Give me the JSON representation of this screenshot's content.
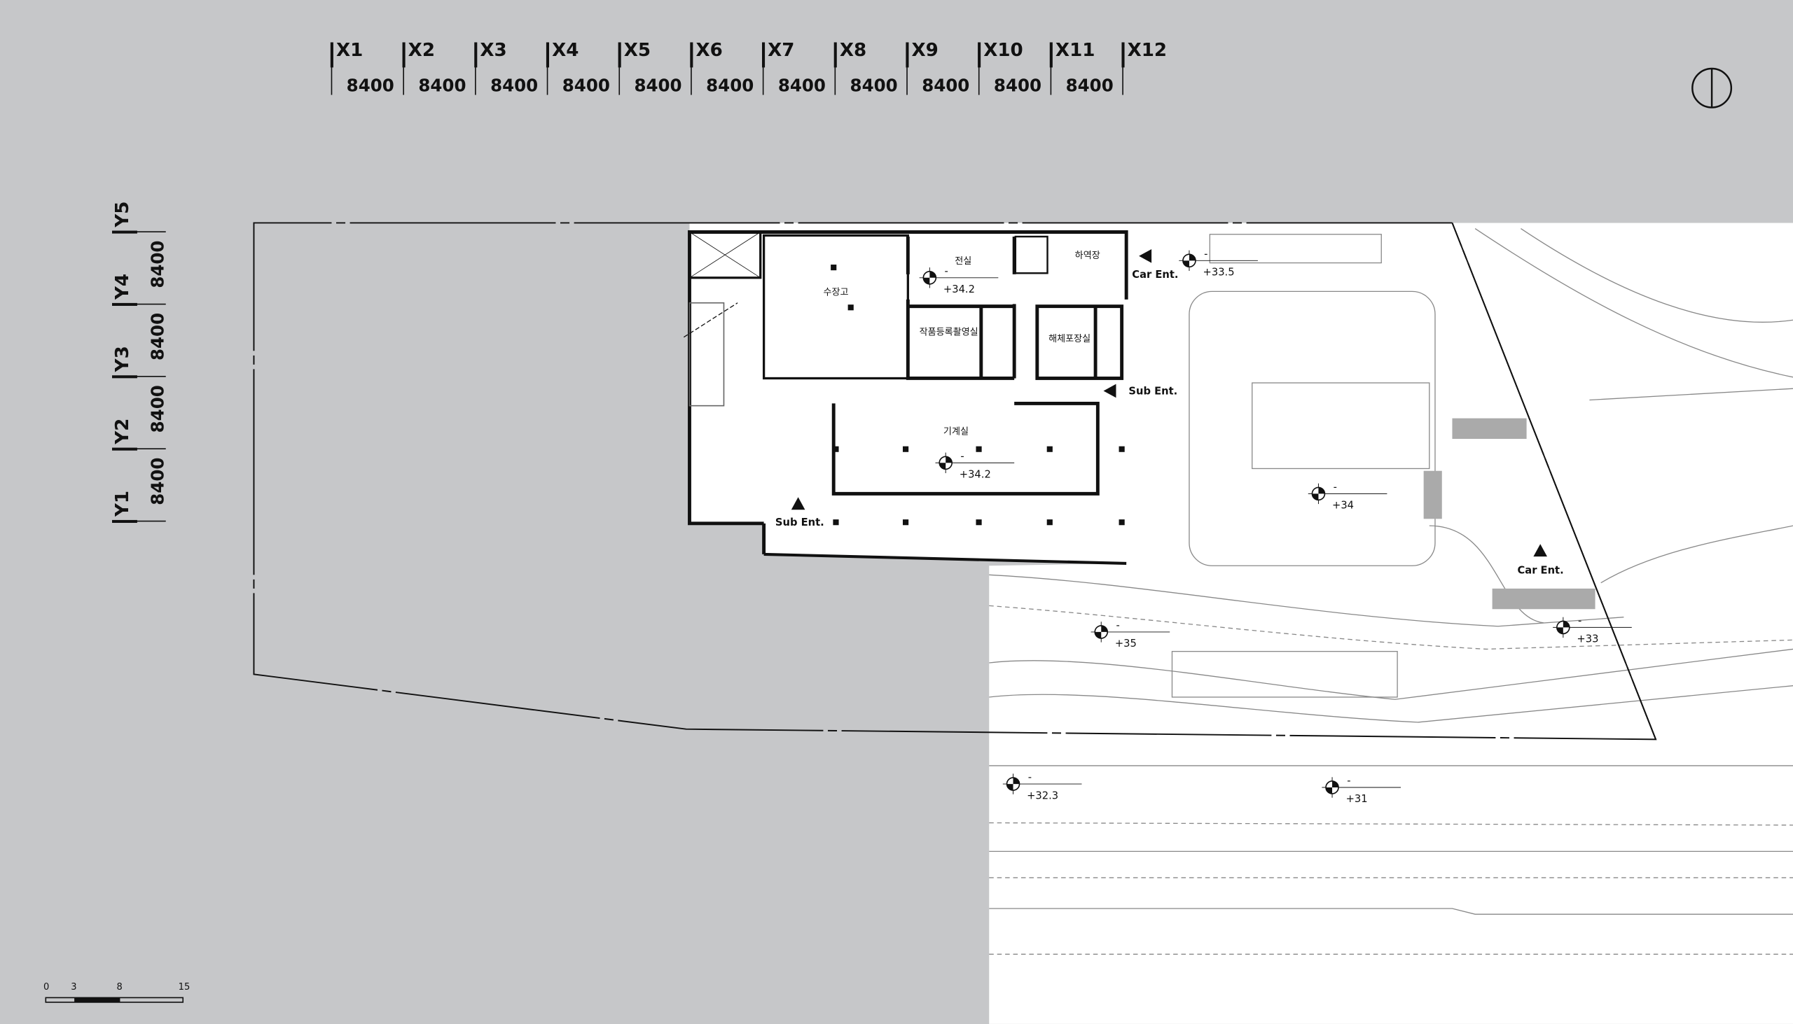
{
  "grid": {
    "x_labels": [
      "X1",
      "X2",
      "X3",
      "X4",
      "X5",
      "X6",
      "X7",
      "X8",
      "X9",
      "X10",
      "X11",
      "X12"
    ],
    "x_spans": [
      "8400",
      "8400",
      "8400",
      "8400",
      "8400",
      "8400",
      "8400",
      "8400",
      "8400",
      "8400",
      "8400"
    ],
    "y_labels": [
      "Y1",
      "Y2",
      "Y3",
      "Y4",
      "Y5"
    ],
    "y_spans": [
      "8400",
      "8400",
      "8400",
      "8400"
    ]
  },
  "rooms": {
    "storage": "수장고",
    "electrical": "전실",
    "loading": "하역장",
    "photo": "작품등록촬영실",
    "unpacking": "해체포장실",
    "machine": "기계실"
  },
  "levels": [
    {
      "id": "electrical",
      "value": "+34.2"
    },
    {
      "id": "machine",
      "value": "+34.2"
    },
    {
      "id": "car-ent-top",
      "value": "+33.5"
    },
    {
      "id": "parking",
      "value": "+34"
    },
    {
      "id": "road-mid",
      "value": "+35"
    },
    {
      "id": "car-ent-right",
      "value": "+33"
    },
    {
      "id": "road-left",
      "value": "+32.3"
    },
    {
      "id": "road-right",
      "value": "+31"
    }
  ],
  "level_dash": "-",
  "entrances": {
    "car_top": "Car Ent.",
    "sub_right": "Sub Ent.",
    "sub_bottom": "Sub Ent.",
    "car_right": "Car Ent."
  },
  "scale_bar": {
    "ticks": [
      "0",
      "3",
      "8",
      "15"
    ]
  },
  "colors": {
    "background": "#c6c7c9",
    "paper": "#ffffff",
    "line": "#111111"
  }
}
